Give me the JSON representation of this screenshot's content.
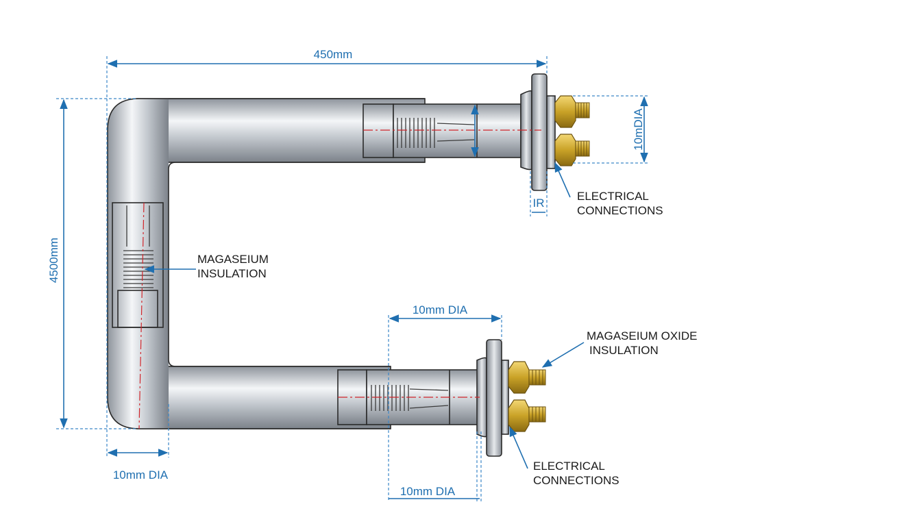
{
  "labels": {
    "overall_width": "450mm",
    "overall_height": "4500mm",
    "top_terminal_dia": "10mDIA",
    "ir_label": "IR",
    "elec_conn_top": [
      "ELECTRICAL",
      "CONNECTIONS"
    ],
    "mag_insulation": [
      "MAGASEIUM",
      "INSULATION"
    ],
    "bottom_tube_dia": "10mm DIA",
    "mag_oxide_insulation": [
      "MAGASEIUM OXIDE",
      "INSULATION"
    ],
    "left_leg_dia": "10mm DIA",
    "bottom_flange_dia": "10mm DIA",
    "elec_conn_bottom": [
      "ELECTRICAL",
      "CONNECTIONS"
    ]
  },
  "colors": {
    "dimension": "#1f6fb0",
    "centerline": "#d0252b",
    "brass": "#c9a227",
    "steel": "#c7cbd1"
  }
}
